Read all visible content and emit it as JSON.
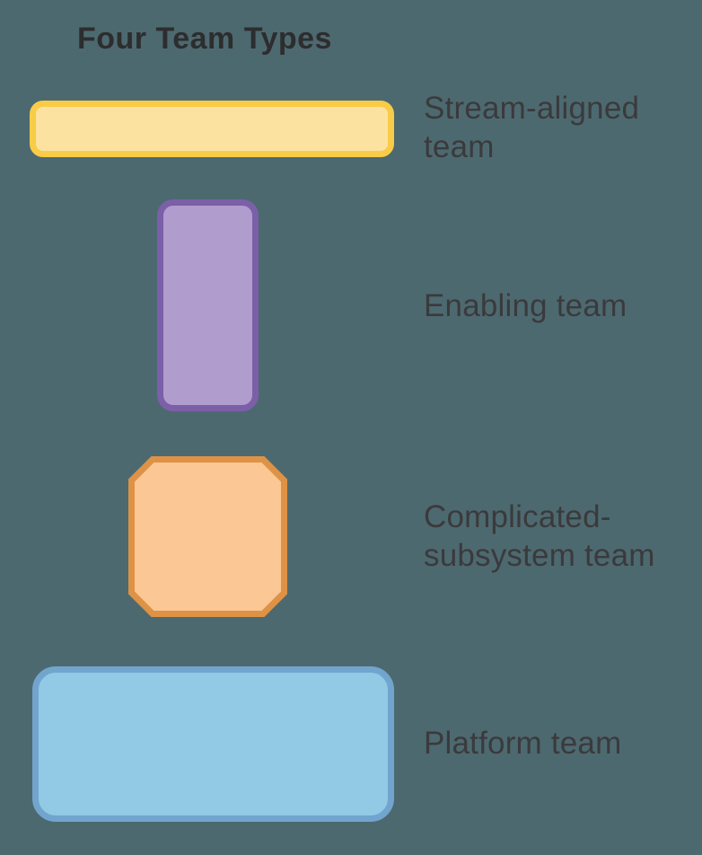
{
  "page": {
    "background": "#4D6970",
    "title_color": "#2D2D2E",
    "label_color": "#3A3A3C"
  },
  "title": {
    "text": "Four Team Types"
  },
  "teams": [
    {
      "name": "Stream-aligned team",
      "label": "Stream-aligned\nteam",
      "shape": "wide-rounded-rectangle",
      "fill": "#FCE2A1",
      "border": "#F9CC48"
    },
    {
      "name": "Enabling team",
      "label": "Enabling team",
      "shape": "tall-rounded-rectangle",
      "fill": "#B19DCD",
      "border": "#7B5FA8"
    },
    {
      "name": "Complicated-subsystem team",
      "label": "Complicated-\nsubsystem team",
      "shape": "octagon",
      "fill": "#FBC795",
      "border": "#DE9245"
    },
    {
      "name": "Platform team",
      "label": "Platform team",
      "shape": "large-rounded-rectangle",
      "fill": "#92C9E5",
      "border": "#72A5CD"
    }
  ]
}
